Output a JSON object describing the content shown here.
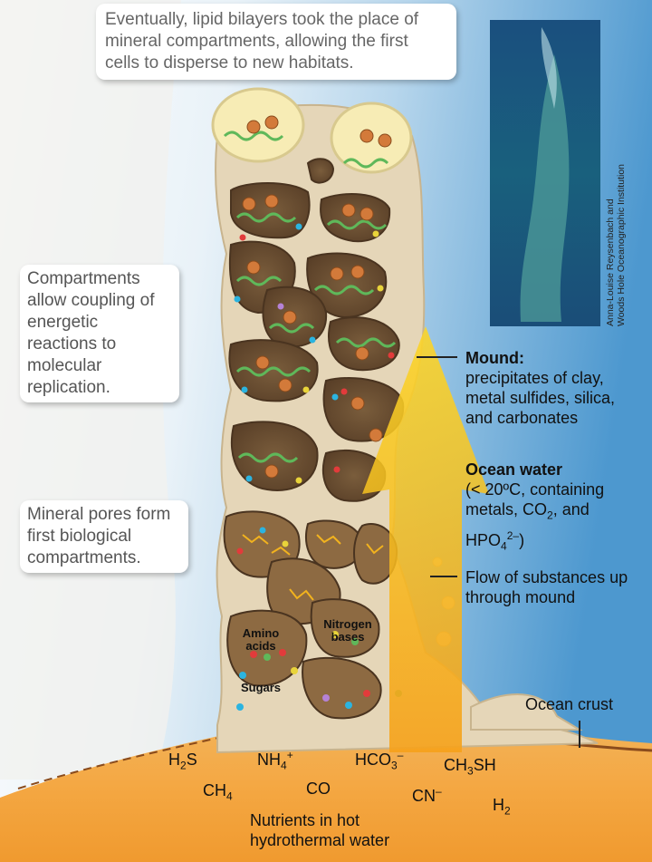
{
  "callouts": {
    "top": "Eventually, lipid bilayers took the place of mineral compartments, allowing the first cells to disperse to new habitats.",
    "middle": "Compartments allow coupling of energetic reactions to molecular replication.",
    "bottom": "Mineral pores form first biological compartments."
  },
  "photo": {
    "credit_line1": "Anna-Louise Reysenbach and",
    "credit_line2": "Woods Hole Oceanographic Institution"
  },
  "labels": {
    "mound_title": "Mound:",
    "mound_desc": "precipitates of clay, metal sulfides, silica, and carbonates",
    "ocean_title": "Ocean water",
    "ocean_desc_a": "(< 20ºC, containing metals, CO",
    "ocean_desc_b": ", and",
    "ocean_desc_c": "HPO",
    "flow": "Flow of substances up through mound",
    "crust": "Ocean crust",
    "nutrients": "Nutrients in hot hydrothermal water"
  },
  "pores": {
    "amino": "Amino acids",
    "sugars": "Sugars",
    "nitrogen": "Nitrogen bases"
  },
  "chemicals": {
    "h2s": {
      "base": "H",
      "sub": "2",
      "tail": "S"
    },
    "ch4": {
      "base": "CH",
      "sub": "4"
    },
    "nh4": {
      "base": "NH",
      "sub": "4",
      "sup": "+"
    },
    "co": {
      "base": "CO"
    },
    "hco3": {
      "base": "HCO",
      "sub": "3",
      "sup": "–"
    },
    "cn": {
      "base": "CN",
      "sup": "–"
    },
    "ch3sh": {
      "base": "CH",
      "sub": "3",
      "tail": "SH"
    },
    "h2": {
      "base": "H",
      "sub": "2"
    }
  },
  "colors": {
    "water": "#5aa2d4",
    "mound": "#e3d3b4",
    "pore": "#6b5134",
    "nutrient_water": "#f39a2a",
    "flow_arrow": "#f6b81a"
  }
}
